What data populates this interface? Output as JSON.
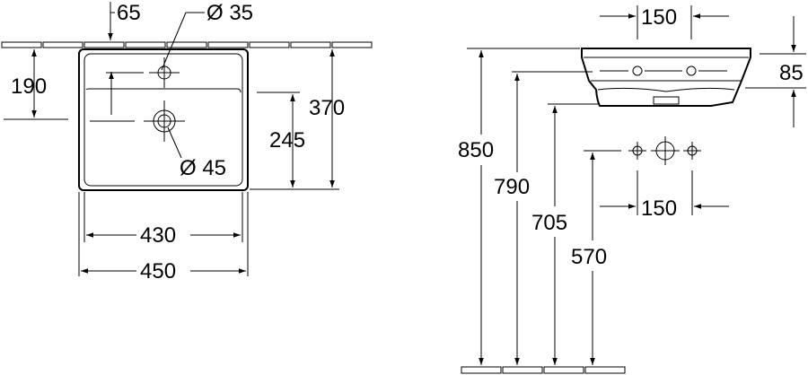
{
  "drawing": {
    "top_view": {
      "dim_tap_offset": "65",
      "dim_tap_hole": "Ø 35",
      "dim_tap_height": "190",
      "dim_total_depth": "370",
      "dim_bowl_depth": "245",
      "dim_waste": "Ø 45",
      "dim_inner_width": "430",
      "dim_outer_width": "450"
    },
    "side_view": {
      "dim_fixing_top": "150",
      "dim_basin_height": "85",
      "dim_rim_height": "850",
      "dim_bowl_bottom": "790",
      "dim_waste_height": "705",
      "dim_supply_height": "570",
      "dim_supply_spacing": "150"
    }
  }
}
